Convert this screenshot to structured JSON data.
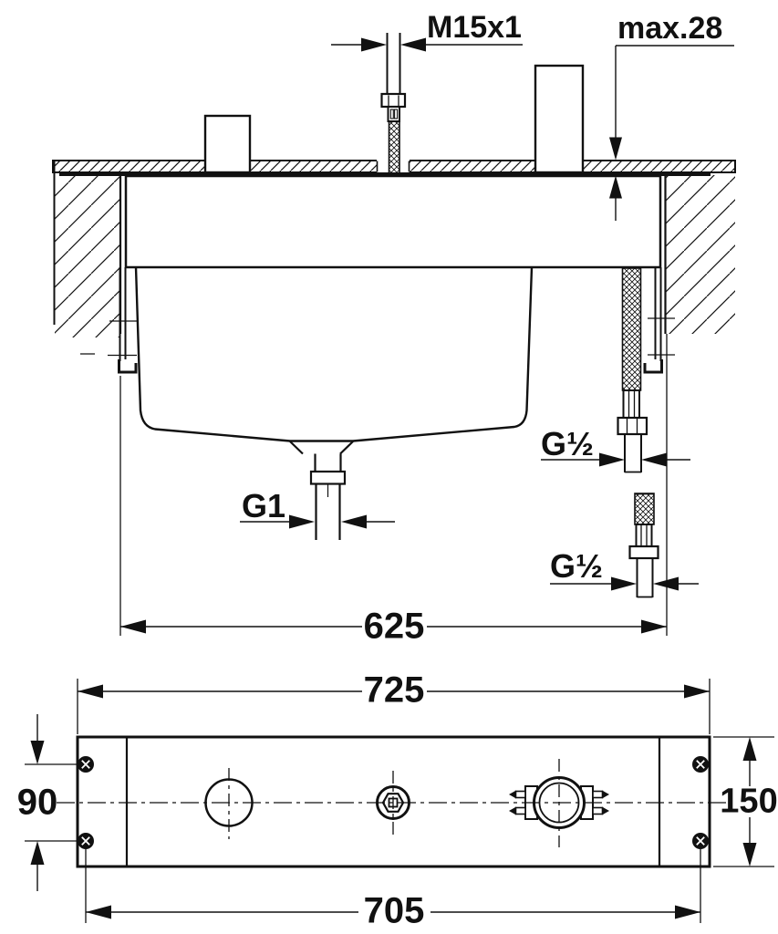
{
  "page": {
    "background": "#ffffff",
    "line_color": "#111111"
  },
  "upper_view": {
    "labels": {
      "thread_size": "M15x1",
      "max_thickness": "max.28",
      "hose_thread_upper": "G½",
      "drain_thread": "G1",
      "hose_thread_lower": "G½",
      "mount_width": "625"
    }
  },
  "lower_view": {
    "labels": {
      "overall_width": "725",
      "screw_span_horizontal": "705",
      "screw_span_vertical": "90",
      "plate_height": "150"
    }
  }
}
